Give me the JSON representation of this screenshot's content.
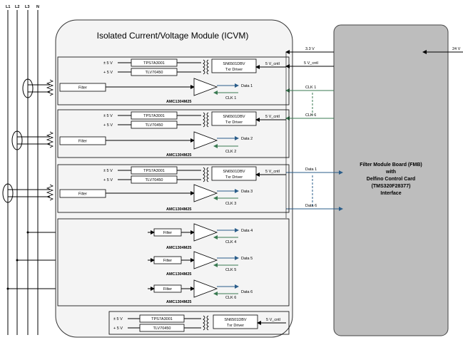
{
  "phase_lines": [
    "L1",
    "L2",
    "L3",
    "N"
  ],
  "icvm": {
    "title": "Isolated Current/Voltage Module (ICVM)"
  },
  "fmb": {
    "title_lines": [
      "Filter Module Board (FMB)",
      "with",
      "Delfino Control Card",
      "(TMS320F28377)",
      "Interface"
    ]
  },
  "common": {
    "plus_minus_5v": "± 5 V",
    "plus_5v": "+ 5 V",
    "tps": "TPS7A3001",
    "tlv": "TLV70450",
    "driver_line1": "SN6501DBV",
    "driver_line2": "Txr Driver",
    "amc": "AMC1304M25",
    "filter": "Filter",
    "vcntl": "5 V_cntl"
  },
  "channels": [
    {
      "data": "Data 1",
      "clk": "CLK 1"
    },
    {
      "data": "Data 2",
      "clk": "CLK 2"
    },
    {
      "data": "Data 3",
      "clk": "CLK 3"
    },
    {
      "data": "Data 4",
      "clk": "CLK 4"
    },
    {
      "data": "Data 5",
      "clk": "CLK 5"
    },
    {
      "data": "Data 6",
      "clk": "CLK 6"
    }
  ],
  "bus": {
    "v33": "3.3 V",
    "v5cntl": "5 V_cntl",
    "clk1": "CLK 1",
    "clk6": "CLK 6",
    "data1": "Data 1",
    "data6": "Data 6",
    "v24": "24 V"
  },
  "colors": {
    "green": "#3a7a52",
    "blue": "#2a5d8a",
    "fmb_fill": "#bdbdbd"
  }
}
